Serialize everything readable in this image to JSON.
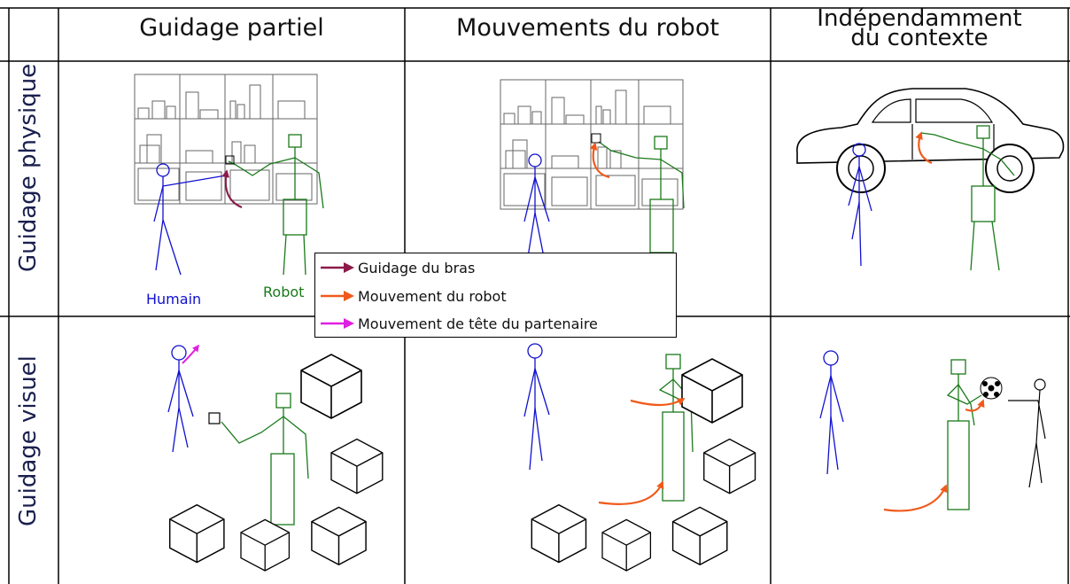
{
  "columns": [
    {
      "label": "Guidage partiel"
    },
    {
      "label": "Mouvements du robot"
    },
    {
      "label_line1": "Indépendamment",
      "label_line2": "du contexte"
    }
  ],
  "rows": [
    {
      "label": "Guidage physique"
    },
    {
      "label": "Guidage visuel"
    }
  ],
  "figure_labels": {
    "human": "Humain",
    "robot": "Robot"
  },
  "legend": [
    {
      "label": "Guidage du bras",
      "color": "#8b1a4a"
    },
    {
      "label": "Mouvement du robot",
      "color": "#f05a1a"
    },
    {
      "label": "Mouvement de tête du partenaire",
      "color": "#e020e0"
    }
  ],
  "colors": {
    "human": "#1010d0",
    "robot": "#1a7a1a",
    "grid": "#000000",
    "row_label": "#1a1f4e"
  }
}
